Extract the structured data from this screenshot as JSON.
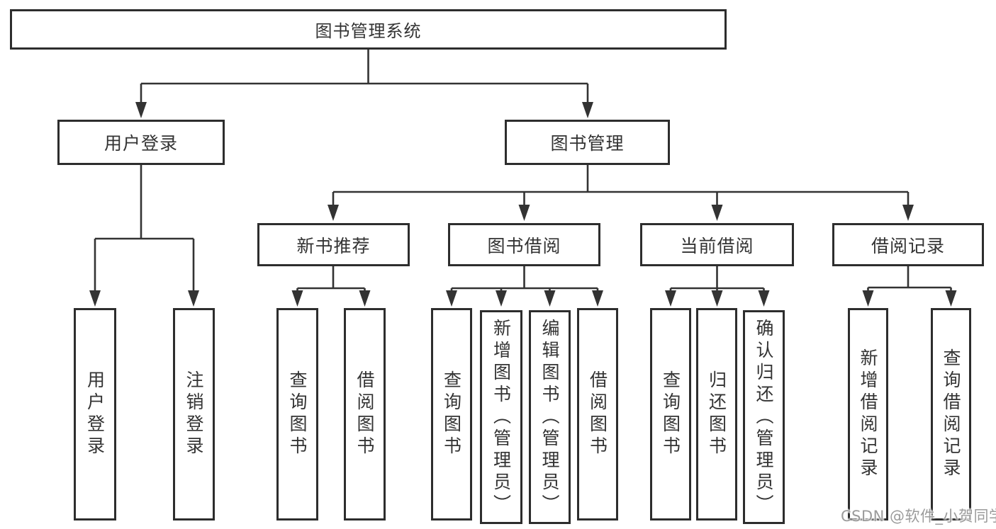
{
  "nodes": {
    "root": {
      "label": "图书管理系统"
    },
    "level2": [
      {
        "label": "用户登录"
      },
      {
        "label": "图书管理"
      }
    ],
    "level3": [
      {
        "label": "新书推荐"
      },
      {
        "label": "图书借阅"
      },
      {
        "label": "当前借阅"
      },
      {
        "label": "借阅记录"
      }
    ],
    "leaves": [
      {
        "label": "用户登录"
      },
      {
        "label": "注销登录"
      },
      {
        "label": "查询图书"
      },
      {
        "label": "借阅图书"
      },
      {
        "label": "查询图书"
      },
      {
        "label": "新增图书（管理员）"
      },
      {
        "label": "编辑图书（管理员）"
      },
      {
        "label": "借阅图书"
      },
      {
        "label": "查询图书"
      },
      {
        "label": "归还图书"
      },
      {
        "label": "确认归还（管理员）"
      },
      {
        "label": "新增借阅记录"
      },
      {
        "label": "查询借阅记录"
      }
    ]
  },
  "watermark": {
    "text": "CSDN @软件_小贺同学",
    "color": "#9b9b9b"
  },
  "colors": {
    "line": "#333333",
    "box_border": "#2d2d2d",
    "box_fill": "#ffffff",
    "text": "#333333",
    "background": "#ffffff"
  }
}
